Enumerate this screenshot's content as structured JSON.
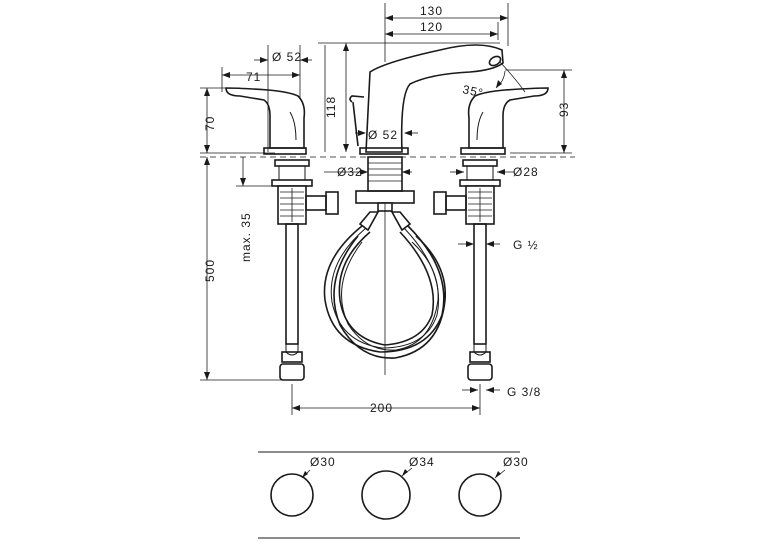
{
  "dimensions": {
    "spout_length_outer": "130",
    "spout_length_inner": "120",
    "handle_diameter": "Ø 52",
    "handle_offset": "71",
    "spout_height": "118",
    "spout_base_diameter": "Ø 52",
    "spout_angle": "35°",
    "handle_height": "70",
    "handle_right_height": "93",
    "shank_center_diameter": "Ø32",
    "shank_side_diameter": "Ø28",
    "max_depth": "max. 35",
    "hose_length": "500",
    "thread_top": "G ½",
    "thread_bottom": "G 3/8",
    "spacing": "200",
    "hole_left": "Ø30",
    "hole_center": "Ø34",
    "hole_right": "Ø30"
  }
}
